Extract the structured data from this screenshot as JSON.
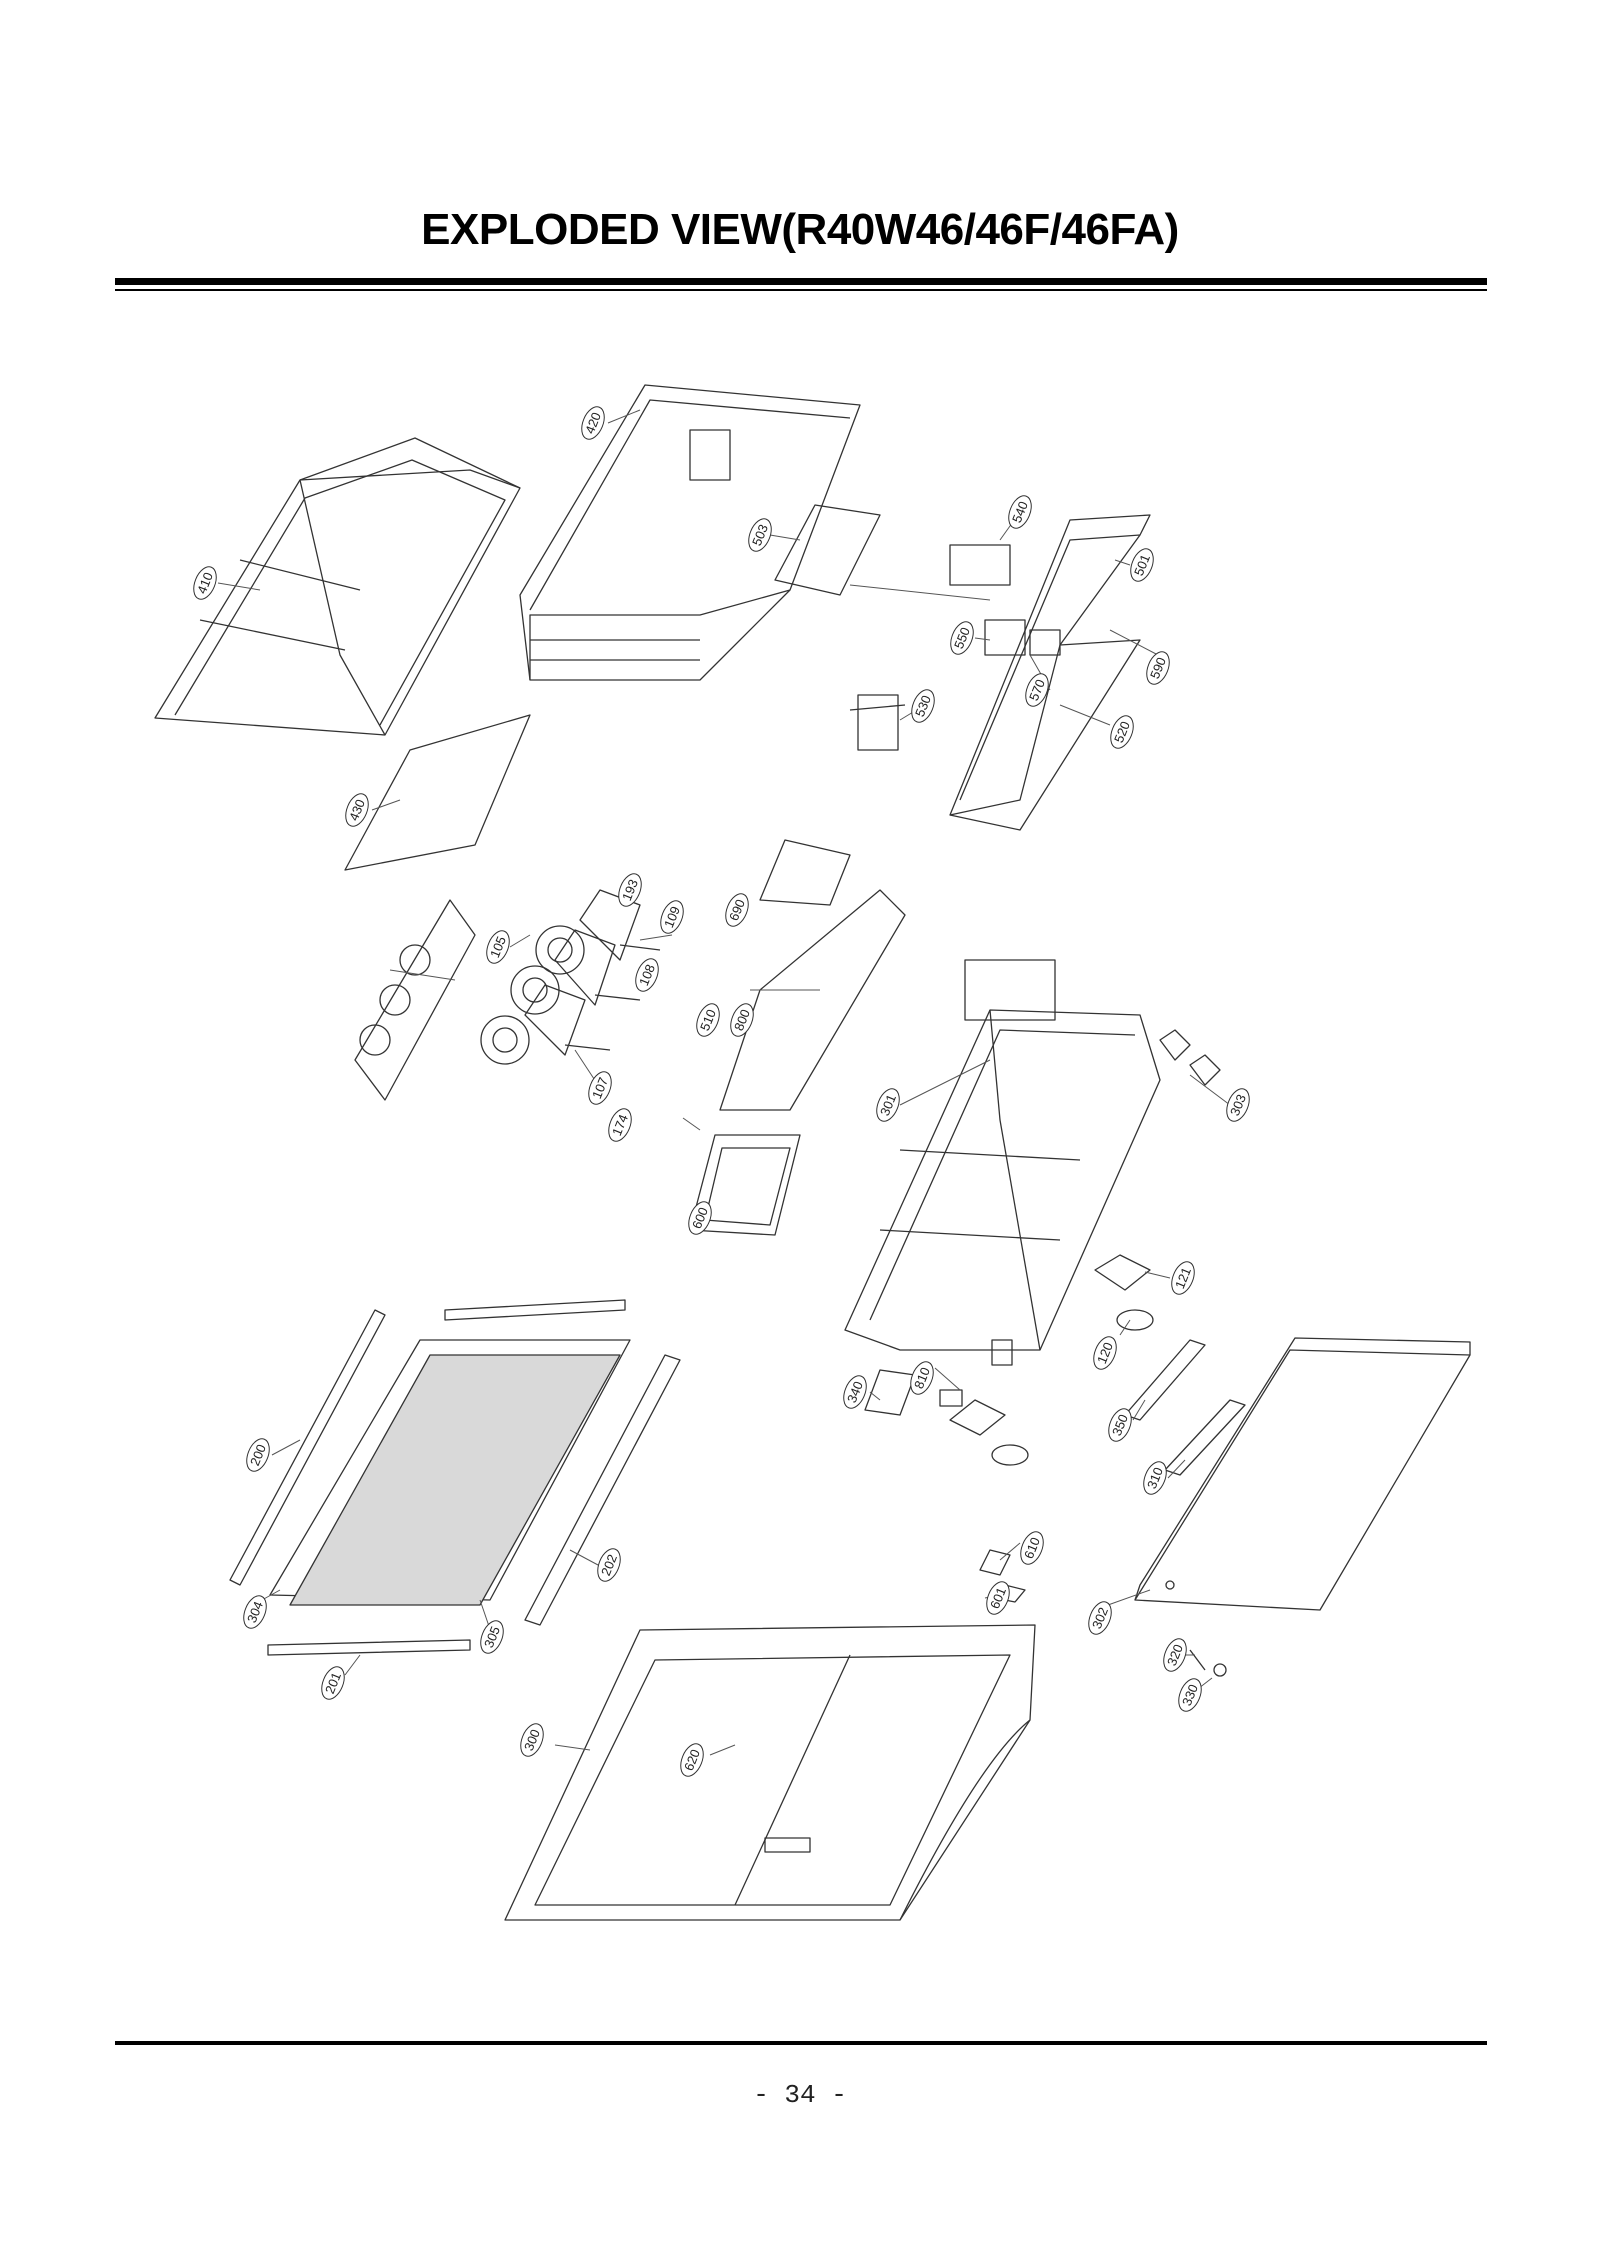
{
  "title": "EXPLODED VIEW(R40W46/46F/46FA)",
  "page_number": "- 34 -",
  "part_labels": [
    {
      "id": "410"
    },
    {
      "id": "420"
    },
    {
      "id": "503"
    },
    {
      "id": "540"
    },
    {
      "id": "501"
    },
    {
      "id": "550"
    },
    {
      "id": "590"
    },
    {
      "id": "570"
    },
    {
      "id": "520"
    },
    {
      "id": "530"
    },
    {
      "id": "430"
    },
    {
      "id": "193"
    },
    {
      "id": "109"
    },
    {
      "id": "690"
    },
    {
      "id": "105"
    },
    {
      "id": "108"
    },
    {
      "id": "510"
    },
    {
      "id": "800"
    },
    {
      "id": "107"
    },
    {
      "id": "174"
    },
    {
      "id": "301"
    },
    {
      "id": "303"
    },
    {
      "id": "600"
    },
    {
      "id": "121"
    },
    {
      "id": "120"
    },
    {
      "id": "810"
    },
    {
      "id": "340"
    },
    {
      "id": "350"
    },
    {
      "id": "310"
    },
    {
      "id": "200"
    },
    {
      "id": "202"
    },
    {
      "id": "304"
    },
    {
      "id": "305"
    },
    {
      "id": "201"
    },
    {
      "id": "610"
    },
    {
      "id": "601"
    },
    {
      "id": "302"
    },
    {
      "id": "320"
    },
    {
      "id": "330"
    },
    {
      "id": "300"
    },
    {
      "id": "620"
    }
  ]
}
